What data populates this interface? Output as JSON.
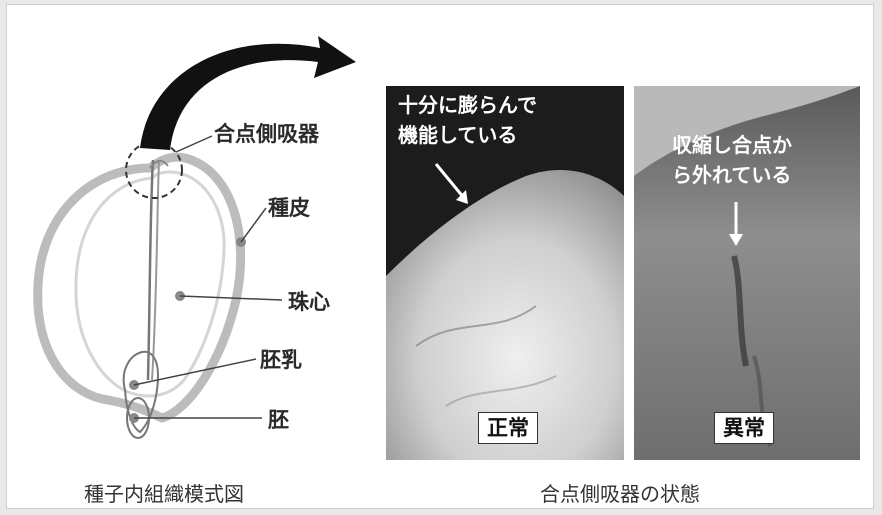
{
  "diagram": {
    "labels": {
      "chalazal_haustorium": "合点側吸器",
      "seed_coat": "種皮",
      "nucellus": "珠心",
      "endosperm": "胚乳",
      "embryo": "胚"
    },
    "caption": "種子内組織模式図"
  },
  "photos": {
    "normal": {
      "annotation_line1": "十分に膨らんで",
      "annotation_line2": "機能している",
      "badge": "正常"
    },
    "abnormal": {
      "annotation_line1": "収縮し合点か",
      "annotation_line2": "ら外れている",
      "badge": "異常"
    },
    "caption": "合点側吸器の状態"
  }
}
